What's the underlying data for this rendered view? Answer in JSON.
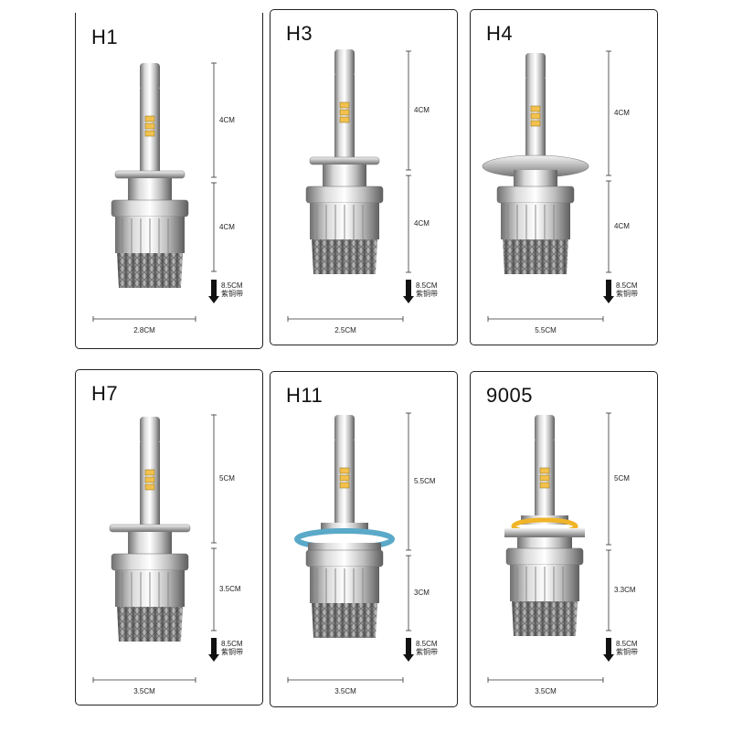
{
  "colors": {
    "frame": "#222222",
    "metal_light": "#f2f2f2",
    "metal_dark": "#7a7a7a",
    "chip": "#f2c14e",
    "h11_ring": "#5aa9c8",
    "9005_ring": "#f0b429"
  },
  "panels": [
    {
      "id": "h1",
      "title": "H1",
      "top_dim": "4CM",
      "mid_dim": "4CM",
      "cu_len": "8.5CM",
      "cu_label": "紫铜带",
      "width_dim": "2.8CM"
    },
    {
      "id": "h3",
      "title": "H3",
      "top_dim": "4CM",
      "mid_dim": "4CM",
      "cu_len": "8.5CM",
      "cu_label": "紫铜带",
      "width_dim": "2.5CM"
    },
    {
      "id": "h4",
      "title": "H4",
      "top_dim": "4CM",
      "mid_dim": "4CM",
      "cu_len": "8.5CM",
      "cu_label": "紫铜带",
      "width_dim": "5.5CM"
    },
    {
      "id": "h7",
      "title": "H7",
      "top_dim": "5CM",
      "mid_dim": "3.5CM",
      "cu_len": "8.5CM",
      "cu_label": "紫铜带",
      "width_dim": "3.5CM"
    },
    {
      "id": "h11",
      "title": "H11",
      "top_dim": "5.5CM",
      "mid_dim": "3CM",
      "cu_len": "8.5CM",
      "cu_label": "紫铜带",
      "width_dim": "3.5CM"
    },
    {
      "id": "9005",
      "title": "9005",
      "top_dim": "5CM",
      "mid_dim": "3.3CM",
      "cu_len": "8.5CM",
      "cu_label": "紫铜带",
      "width_dim": "3.5CM"
    }
  ]
}
